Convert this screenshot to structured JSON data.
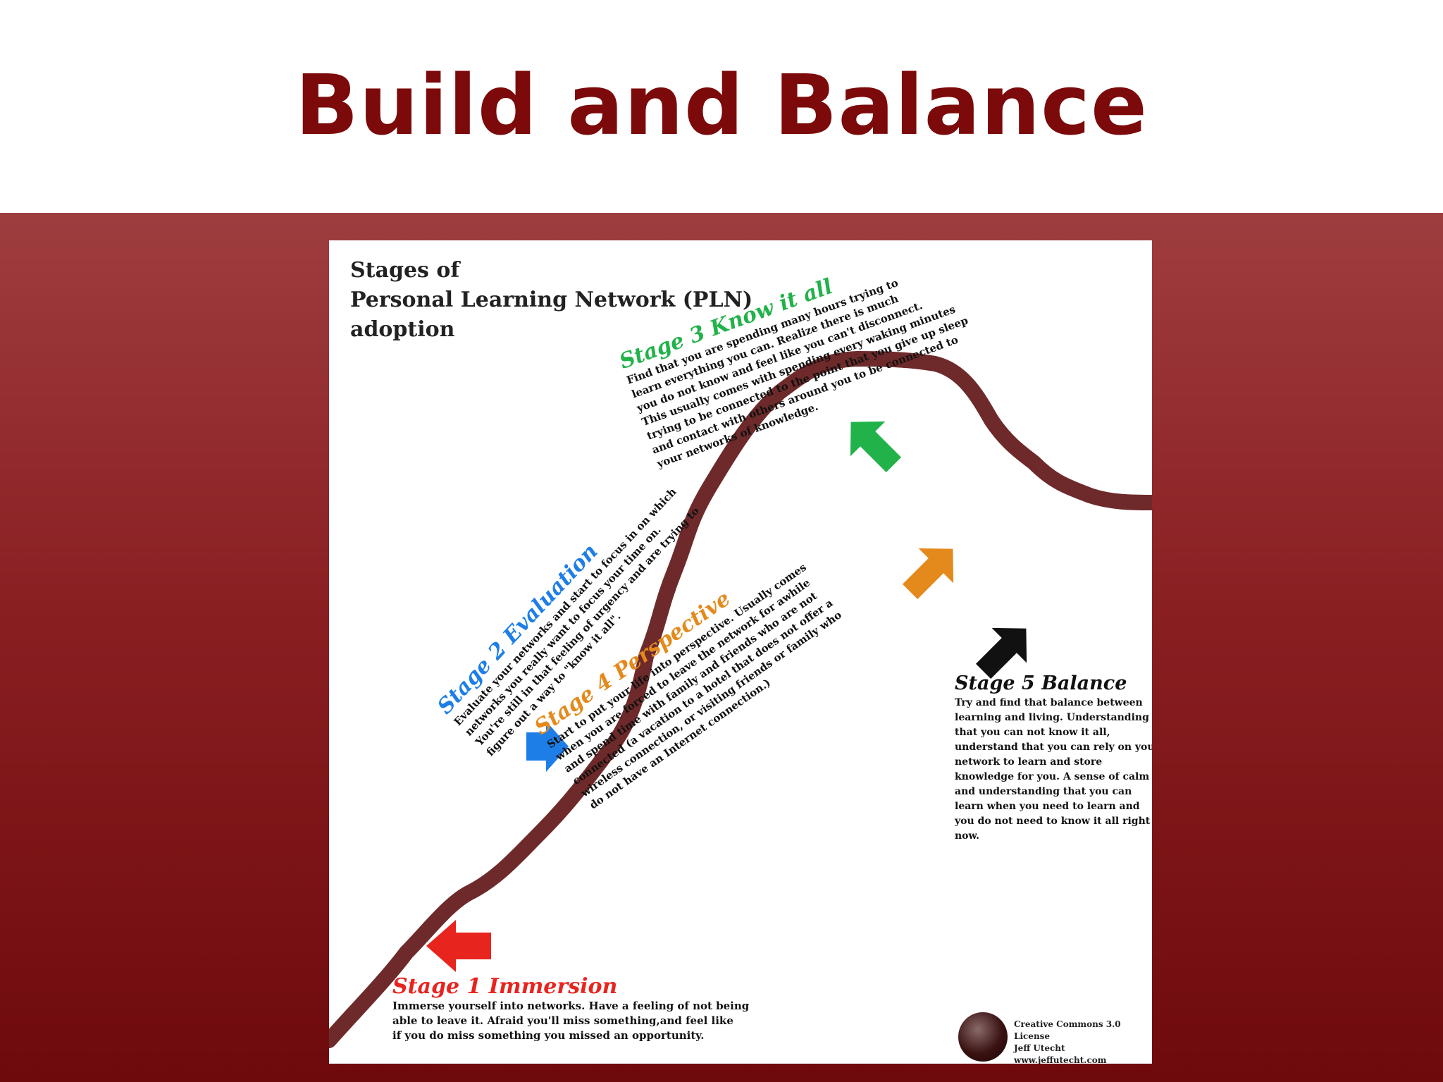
{
  "slide": {
    "title": "Build and Balance"
  },
  "diagram": {
    "heading": [
      "Stages of",
      "Personal Learning Network (PLN)",
      "adoption"
    ],
    "stages": [
      {
        "title": "Stage 1 Immersion",
        "color": "#e8241f",
        "text": [
          "Immerse yourself into networks. Have a feeling of not being",
          "able to leave it. Afraid you'll miss something,and feel like",
          "if you do miss something you missed an opportunity."
        ]
      },
      {
        "title": "Stage 2 Evaluation",
        "color": "#1e7ee8",
        "text": [
          "Evaluate your networks and start to focus in on which",
          "networks you really want to focus your time on.",
          "You're still in that feeling of urgency and are trying to",
          "figure out a way to \"know it all\"."
        ]
      },
      {
        "title": "Stage 3 Know it all",
        "color": "#22b24a",
        "text": [
          "Find that you are spending many hours trying to",
          "learn everything you can. Realize there is much",
          "you do not know and feel like you can't disconnect.",
          "This usually comes with spending every waking minutes",
          "trying to be connected to the point that you give up sleep",
          "and contact with others around you to be connected to",
          "your networks of knowledge."
        ]
      },
      {
        "title": "Stage 4 Perspective",
        "color": "#e48a1c",
        "text": [
          "Start to put your life into perspective. Usually comes",
          "when you are forced to leave the network for awhile",
          "and spend time with family and friends who are not",
          "connected (a vacation to a hotel that does not offer a",
          "wireless connection, or visiting friends or family who",
          "do not have an Internet connection.)"
        ]
      },
      {
        "title": "Stage 5 Balance",
        "color": "#111111",
        "text": [
          "Try and find that balance between",
          "learning and living. Understanding",
          "that you can not know it all,",
          "understand that you can rely on your",
          " network to learn and store",
          "knowledge for you. A sense of calm",
          "and understanding that you can",
          "learn when you need to learn and",
          "you do not need to know it all right",
          "now."
        ]
      }
    ],
    "curve_color": "#6e2a2a",
    "credit": [
      "Creative Commons 3.0 License",
      "Jeff Utecht",
      "www.jeffutecht.com"
    ]
  }
}
